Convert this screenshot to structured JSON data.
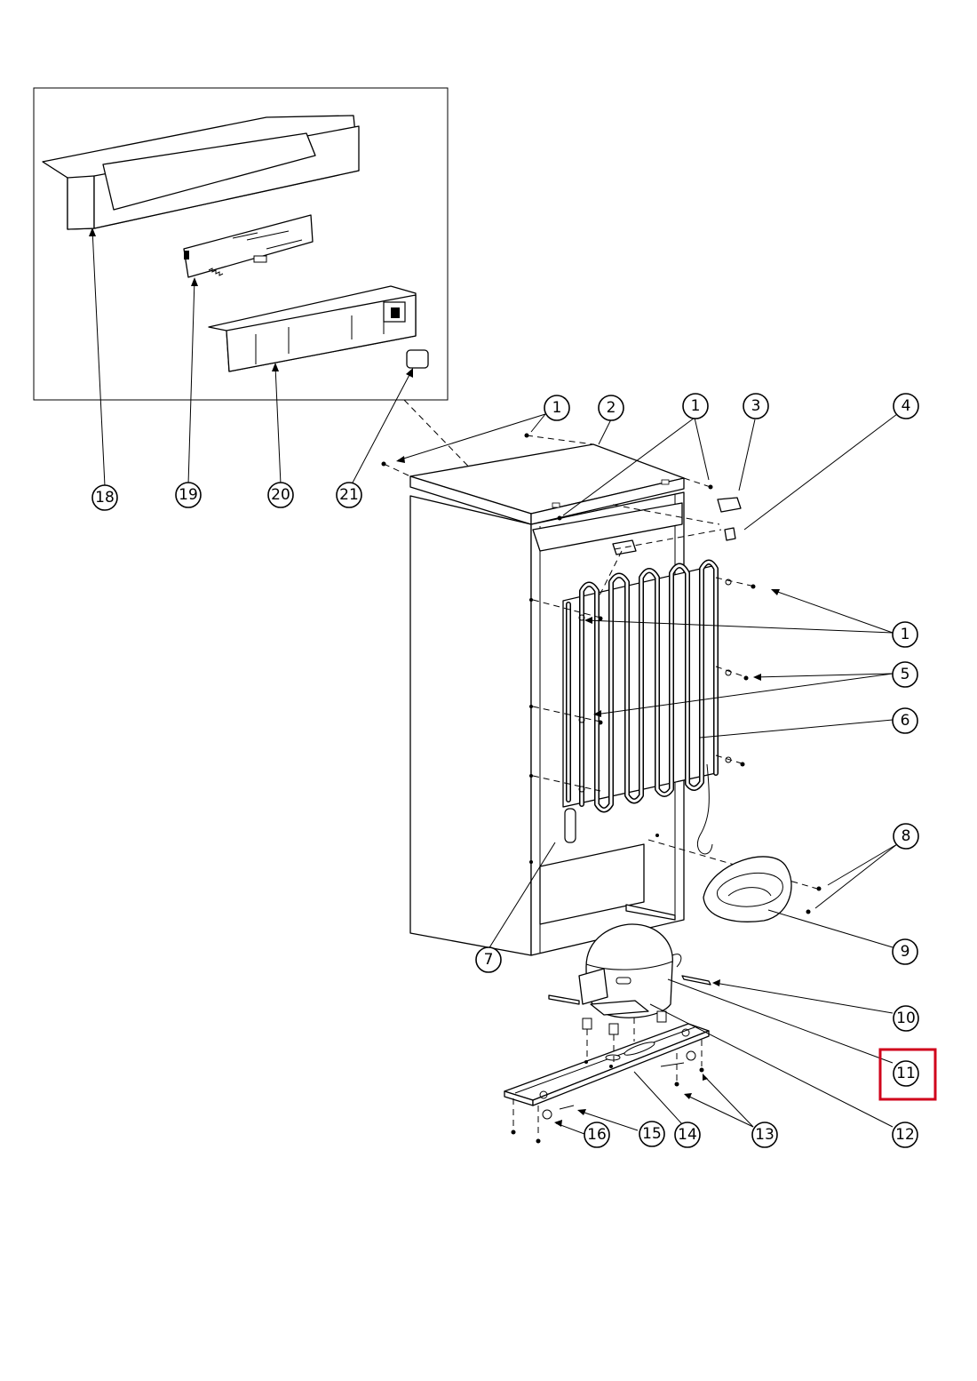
{
  "diagram": {
    "callouts": [
      {
        "id": "c18",
        "label": "18"
      },
      {
        "id": "c19",
        "label": "19"
      },
      {
        "id": "c20",
        "label": "20"
      },
      {
        "id": "c21",
        "label": "21"
      },
      {
        "id": "c1a",
        "label": "1"
      },
      {
        "id": "c2",
        "label": "2"
      },
      {
        "id": "c1b",
        "label": "1"
      },
      {
        "id": "c3",
        "label": "3"
      },
      {
        "id": "c4",
        "label": "4"
      },
      {
        "id": "c1c",
        "label": "1"
      },
      {
        "id": "c5",
        "label": "5"
      },
      {
        "id": "c6",
        "label": "6"
      },
      {
        "id": "c8",
        "label": "8"
      },
      {
        "id": "c9",
        "label": "9"
      },
      {
        "id": "c7",
        "label": "7"
      },
      {
        "id": "c10",
        "label": "10"
      },
      {
        "id": "c11",
        "label": "11"
      },
      {
        "id": "c12",
        "label": "12"
      },
      {
        "id": "c13",
        "label": "13"
      },
      {
        "id": "c14",
        "label": "14"
      },
      {
        "id": "c15",
        "label": "15"
      },
      {
        "id": "c16",
        "label": "16"
      }
    ],
    "highlight": {
      "callout": "11",
      "color": "#d0021b"
    }
  }
}
